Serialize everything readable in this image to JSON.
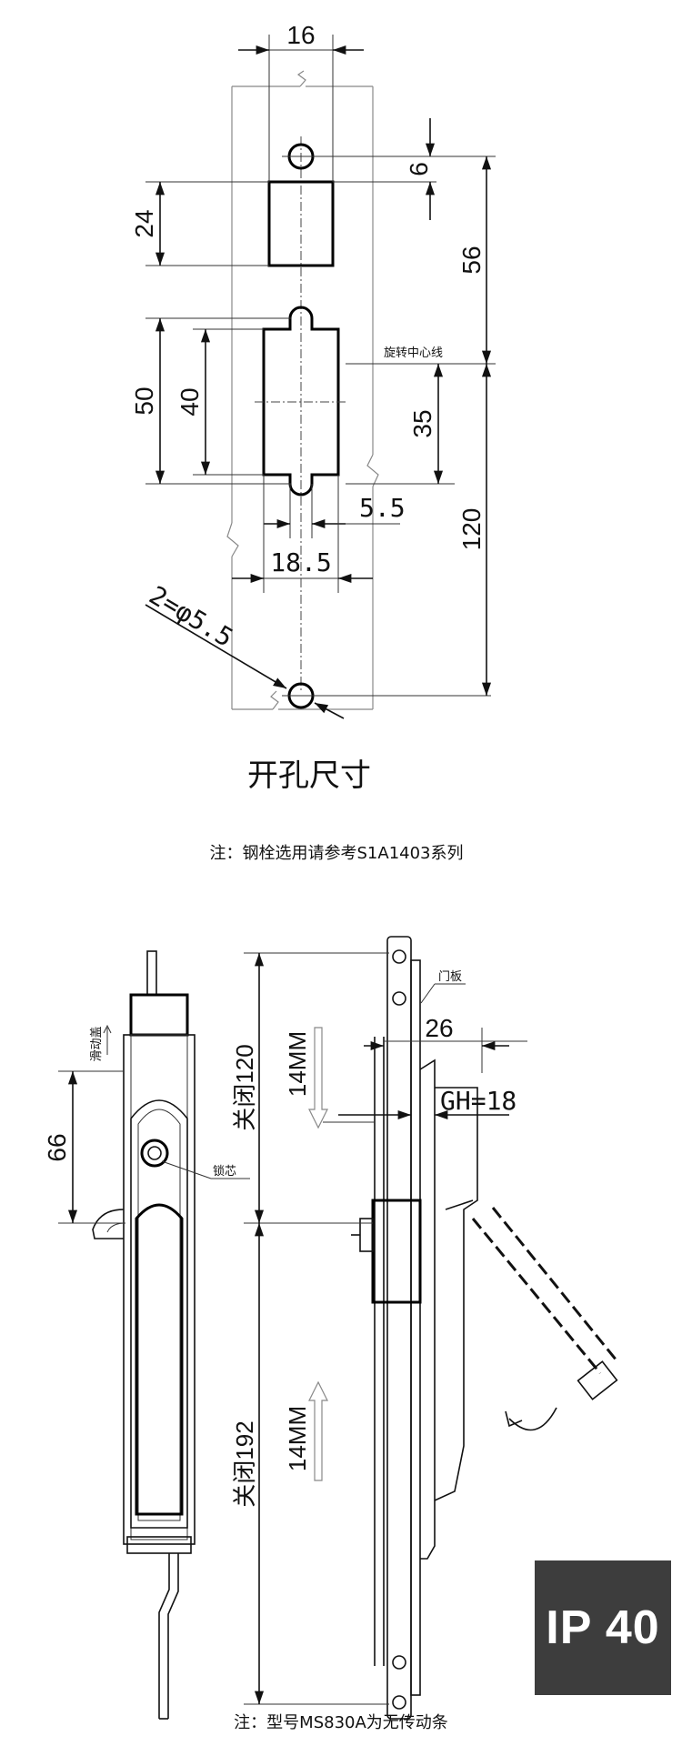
{
  "top_drawing": {
    "dimensions": {
      "d16": "16",
      "d6": "6",
      "d24": "24",
      "d56": "56",
      "d50": "50",
      "d40": "40",
      "d35": "35",
      "d5_5": "5.5",
      "d120": "120",
      "d18_5": "18.5",
      "hole_callout": "2=φ5.5"
    },
    "rotation_center_label": "旋转中心线",
    "title": "开孔尺寸",
    "note": "注：钢栓选用请参考S1A1403系列"
  },
  "bottom_drawing": {
    "labels": {
      "slide_cover": "滑动盖",
      "lock_core": "锁芯",
      "door_panel": "门板",
      "gh": "GH=18"
    },
    "dimensions": {
      "d66": "66",
      "close120": "关闭120",
      "close192": "关闭192",
      "travel_top": "14MM",
      "travel_bottom": "14MM",
      "d26": "26"
    },
    "note": "注：型号MS830A为无传动条"
  },
  "badge": {
    "text": "IP 40",
    "background": "#3d3d3d",
    "color": "#ffffff"
  }
}
